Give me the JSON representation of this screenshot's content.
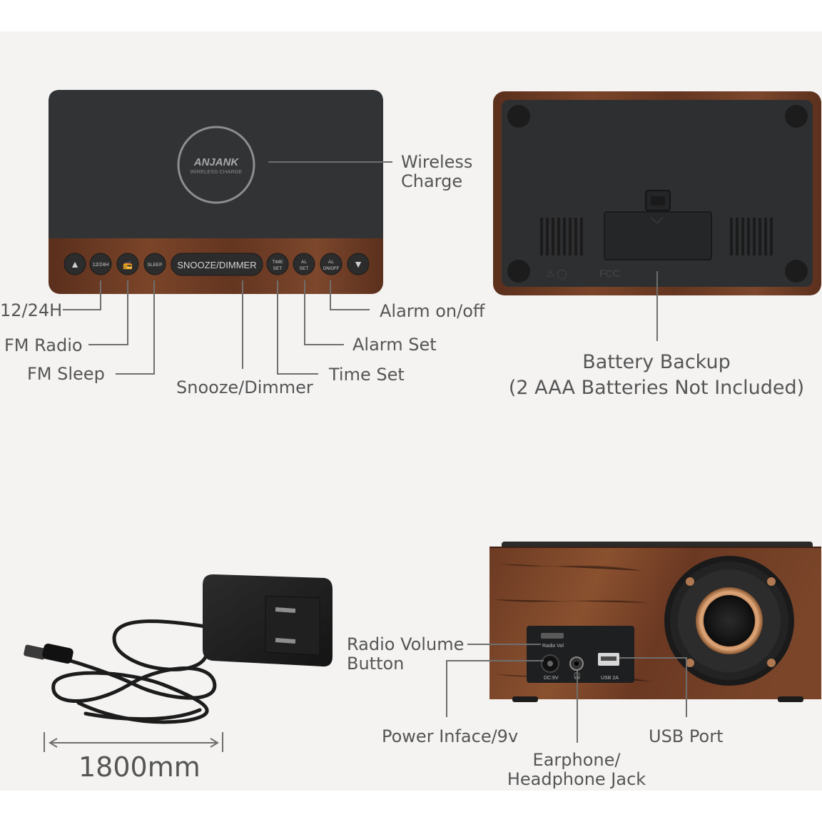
{
  "brand": {
    "logo_text": "ANJANK",
    "logo_subtext": "WIRELESS CHARGE"
  },
  "buttons": {
    "up": "▲",
    "hour_mode": "12/24H",
    "radio": "📻",
    "sleep": "SLEEP",
    "snooze": "SNOOZE/DIMMER",
    "time_set_top": "TIME",
    "time_set_bottom": "SET",
    "al_set_top": "AL",
    "al_set_bottom": "SET",
    "al_onoff_top": "AL",
    "al_onoff_bottom": "ON/OFF",
    "down": "▼"
  },
  "callouts": {
    "wireless_line1": "Wireless",
    "wireless_line2": "Charge",
    "hour_mode": "12/24H",
    "fm_radio": "FM Radio",
    "fm_sleep": "FM Sleep",
    "snooze_dimmer": "Snooze/Dimmer",
    "time_set": "Time Set",
    "alarm_set": "Alarm Set",
    "alarm_onoff": "Alarm on/off",
    "battery_line1": "Battery Backup",
    "battery_line2": "(2 AAA Batteries Not Included)",
    "radio_volume_line1": "Radio Volume",
    "radio_volume_line2": "Button",
    "power": "Power Inface/9v",
    "usb": "USB Port",
    "earphone_line1": "Earphone/",
    "earphone_line2": "Headphone Jack"
  },
  "rear_panel": {
    "radio_vol": "Radio  Vol",
    "dc": "DC:9V",
    "usb": "USB 2A"
  },
  "cable": {
    "length": "1800mm"
  },
  "colors": {
    "wood": "#6b3a24",
    "wood_dark": "#4a2415",
    "panel": "#333537",
    "label": "#555555",
    "background": "#f4f3f2"
  }
}
